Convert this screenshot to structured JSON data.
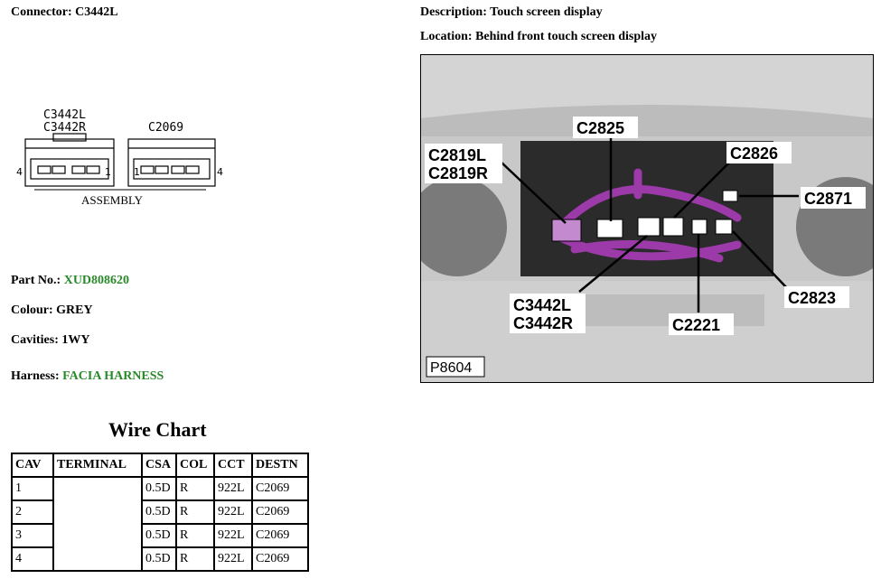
{
  "header": {
    "connector_label": "Connector:",
    "connector_value": "C3442L",
    "description_label": "Description:",
    "description_value": "Touch screen display",
    "location_label": "Location:",
    "location_value": "Behind front touch screen display"
  },
  "drawing": {
    "left_tag_1": "C3442L",
    "left_tag_2": "C3442R",
    "right_tag": "C2069",
    "pin_left_a": "4",
    "pin_left_b": "1",
    "pin_right_a": "1",
    "pin_right_b": "4",
    "caption": "ASSEMBLY"
  },
  "photo": {
    "ref": "P8604",
    "callouts": [
      "C2825",
      "C2819L",
      "C2819R",
      "C2826",
      "C2871",
      "C3442L",
      "C3442R",
      "C2221",
      "C2823"
    ]
  },
  "details": {
    "part_label": "Part No.:",
    "part_value": "XUD808620",
    "colour_label": "Colour:",
    "colour_value": "GREY",
    "cavities_label": "Cavities:",
    "cavities_value": "1WY",
    "harness_label": "Harness:",
    "harness_value": "FACIA HARNESS"
  },
  "wire_chart": {
    "title": "Wire Chart",
    "headers": [
      "CAV",
      "TERMINAL",
      "CSA",
      "COL",
      "CCT",
      "DESTN"
    ],
    "rows": [
      [
        "1",
        "",
        "0.5D",
        "R",
        "922L",
        "C2069"
      ],
      [
        "2",
        "",
        "0.5D",
        "R",
        "922L",
        "C2069"
      ],
      [
        "3",
        "",
        "0.5D",
        "R",
        "922L",
        "C2069"
      ],
      [
        "4",
        "",
        "0.5D",
        "R",
        "922L",
        "C2069"
      ]
    ]
  }
}
